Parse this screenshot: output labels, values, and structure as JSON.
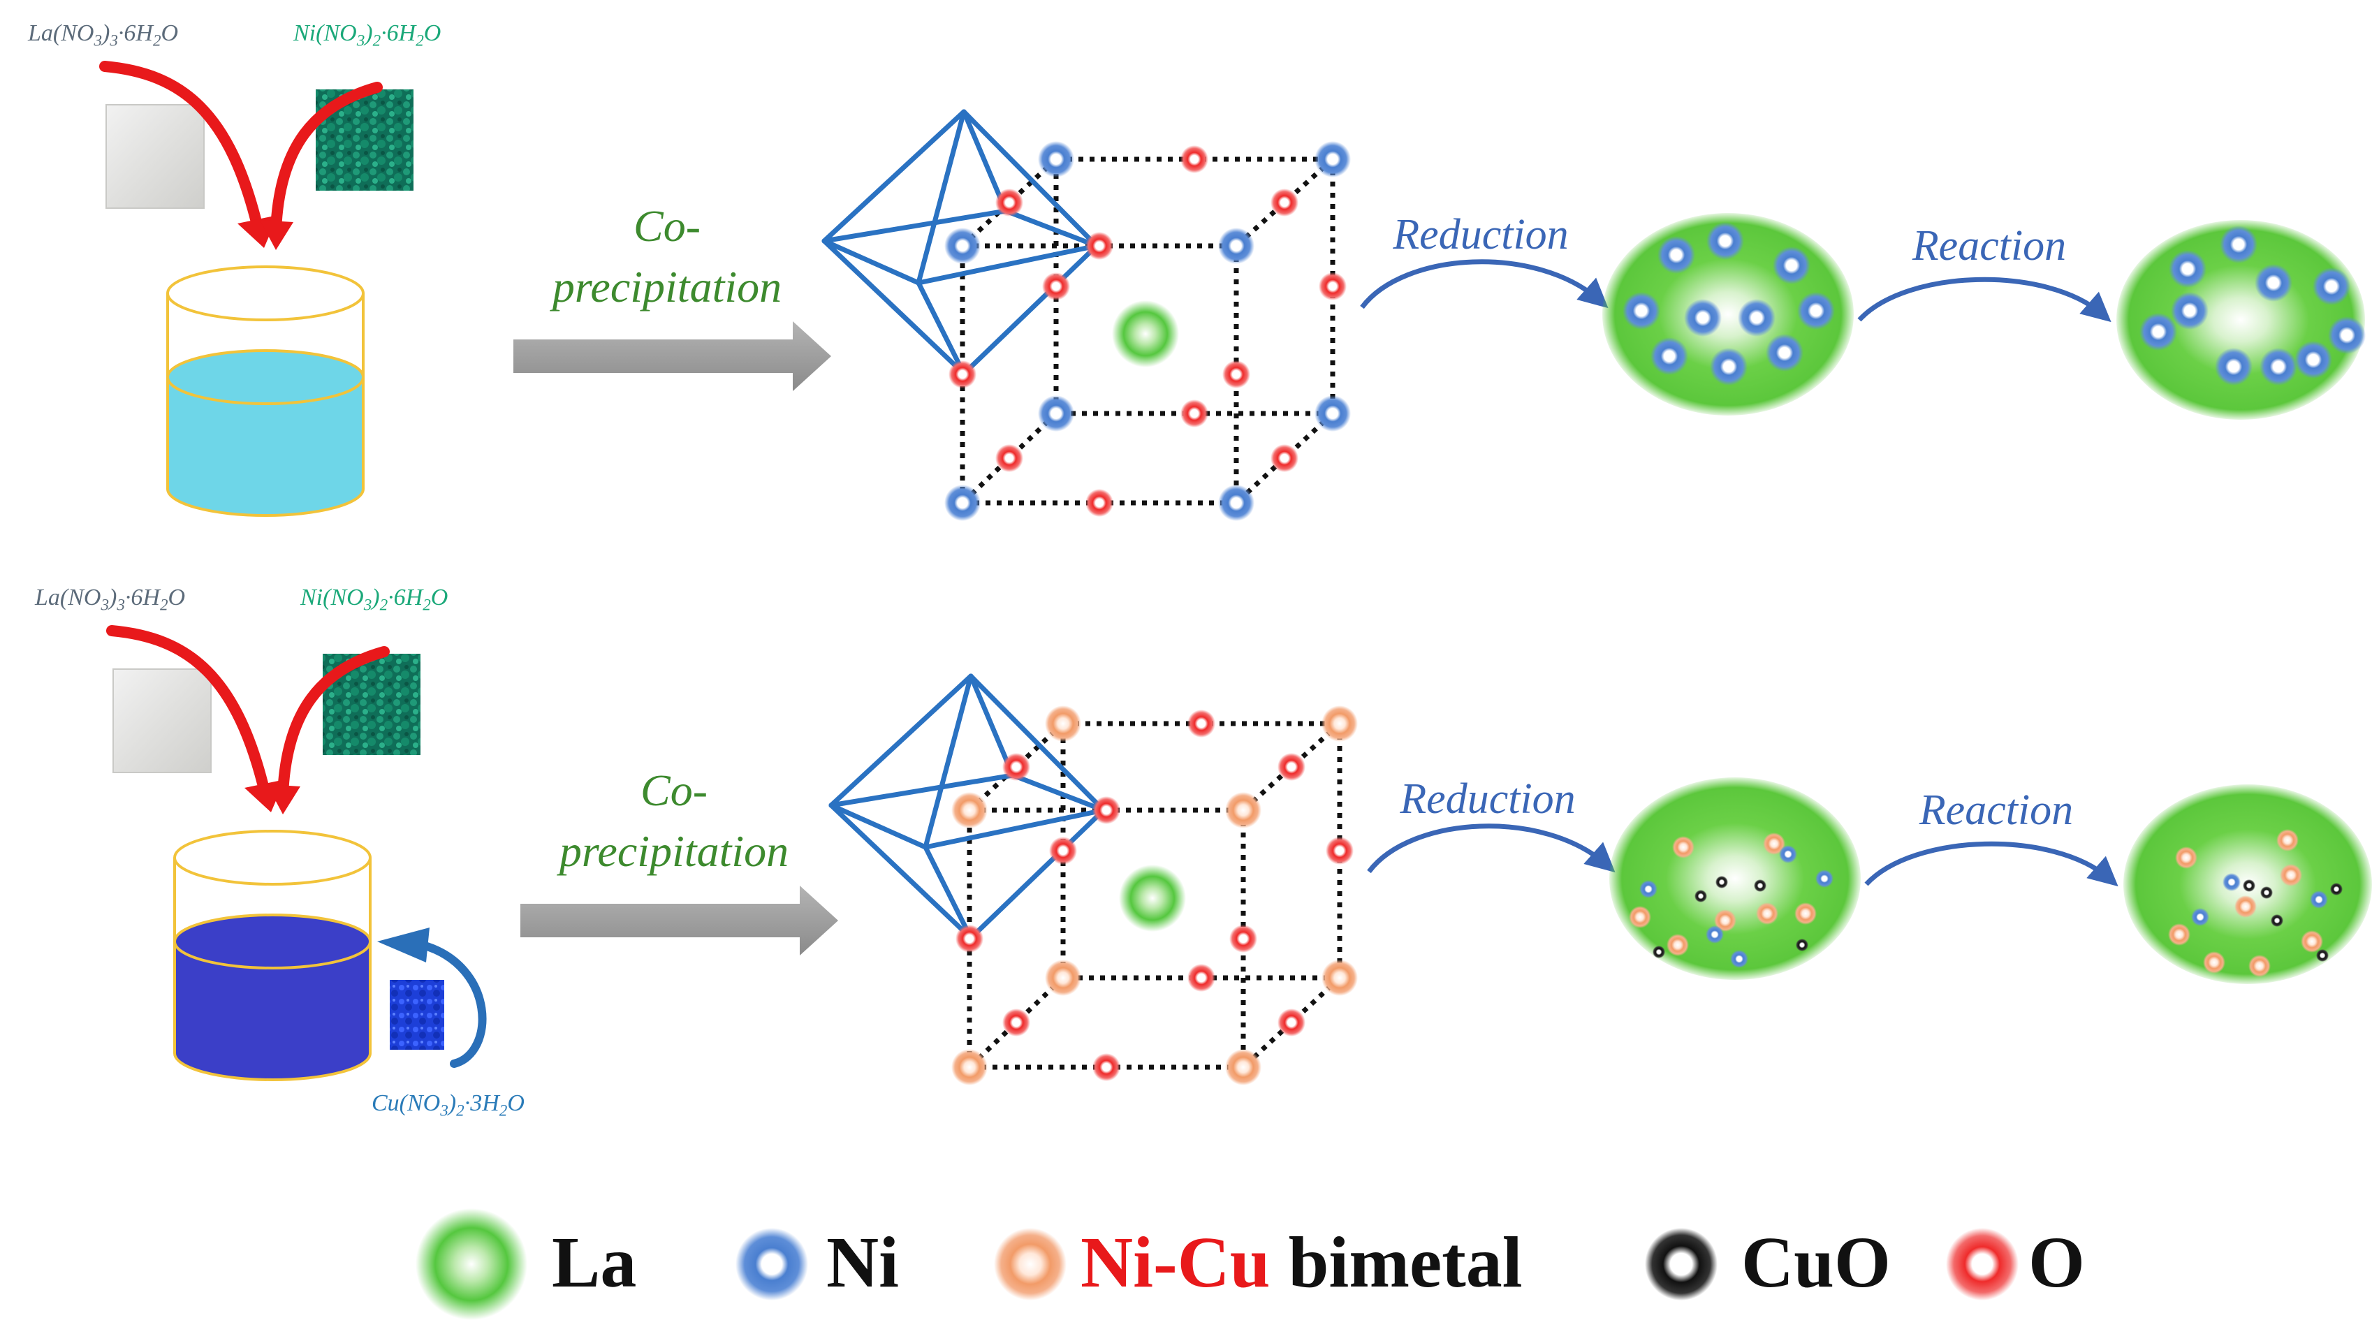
{
  "rows": [
    {
      "id": "ni-only",
      "reagent_1": {
        "label": "La(NO",
        "sub1": "3",
        "mid": ")",
        "sub2": "3",
        "rest": "·6H",
        "sub3": "2",
        "end": "O",
        "color": "#5c6b7a"
      },
      "reagent_2": {
        "label": "Ni(NO",
        "sub1": "3",
        "mid": ")",
        "sub2": "2",
        "rest": "·6H",
        "sub3": "2",
        "end": "O",
        "color": "#1aa879"
      },
      "process_label_line1": "Co-",
      "process_label_line2": "precipitation",
      "step_1_label": "Reduction",
      "step_2_label": "Reaction",
      "metal_site": "Ni",
      "solution_color": "#6ed6e8"
    },
    {
      "id": "ni-cu",
      "reagent_1": {
        "label": "La(NO",
        "sub1": "3",
        "mid": ")",
        "sub2": "3",
        "rest": "·6H",
        "sub3": "2",
        "end": "O",
        "color": "#5c6b7a"
      },
      "reagent_2": {
        "label": "Ni(NO",
        "sub1": "3",
        "mid": ")",
        "sub2": "2",
        "rest": "·6H",
        "sub3": "2",
        "end": "O",
        "color": "#1aa879"
      },
      "reagent_3": {
        "label": "Cu(NO",
        "sub1": "3",
        "mid": ")",
        "sub2": "2",
        "rest": "·3H",
        "sub3": "2",
        "end": "O",
        "color": "#2a7bb8"
      },
      "process_label_line1": "Co-",
      "process_label_line2": "precipitation",
      "step_1_label": "Reduction",
      "step_2_label": "Reaction",
      "metal_site": "Ni-Cu bimetal",
      "solution_color": "#3b3fc8"
    }
  ],
  "legend": {
    "items": [
      {
        "name": "La",
        "label": "La",
        "color": "#4cc43a"
      },
      {
        "name": "Ni",
        "label": "Ni",
        "color": "#4a7fd0"
      },
      {
        "name": "Ni-Cu bimetal",
        "label_red": "Ni-Cu",
        "label_black": " bimetal",
        "color": "#f2a070"
      },
      {
        "name": "CuO",
        "label": "CuO",
        "color": "#111111"
      },
      {
        "name": "O",
        "label": "O",
        "color": "#ee2a2a"
      }
    ]
  },
  "colors": {
    "arrow_red": "#e8191b",
    "arrow_blue": "#2a6fb8",
    "process_green": "#3d8a2e",
    "step_blue": "#3a66b6",
    "octahedron": "#2a72c2",
    "beaker_outline": "#f2c33a",
    "legend_red": "#e8191b"
  }
}
